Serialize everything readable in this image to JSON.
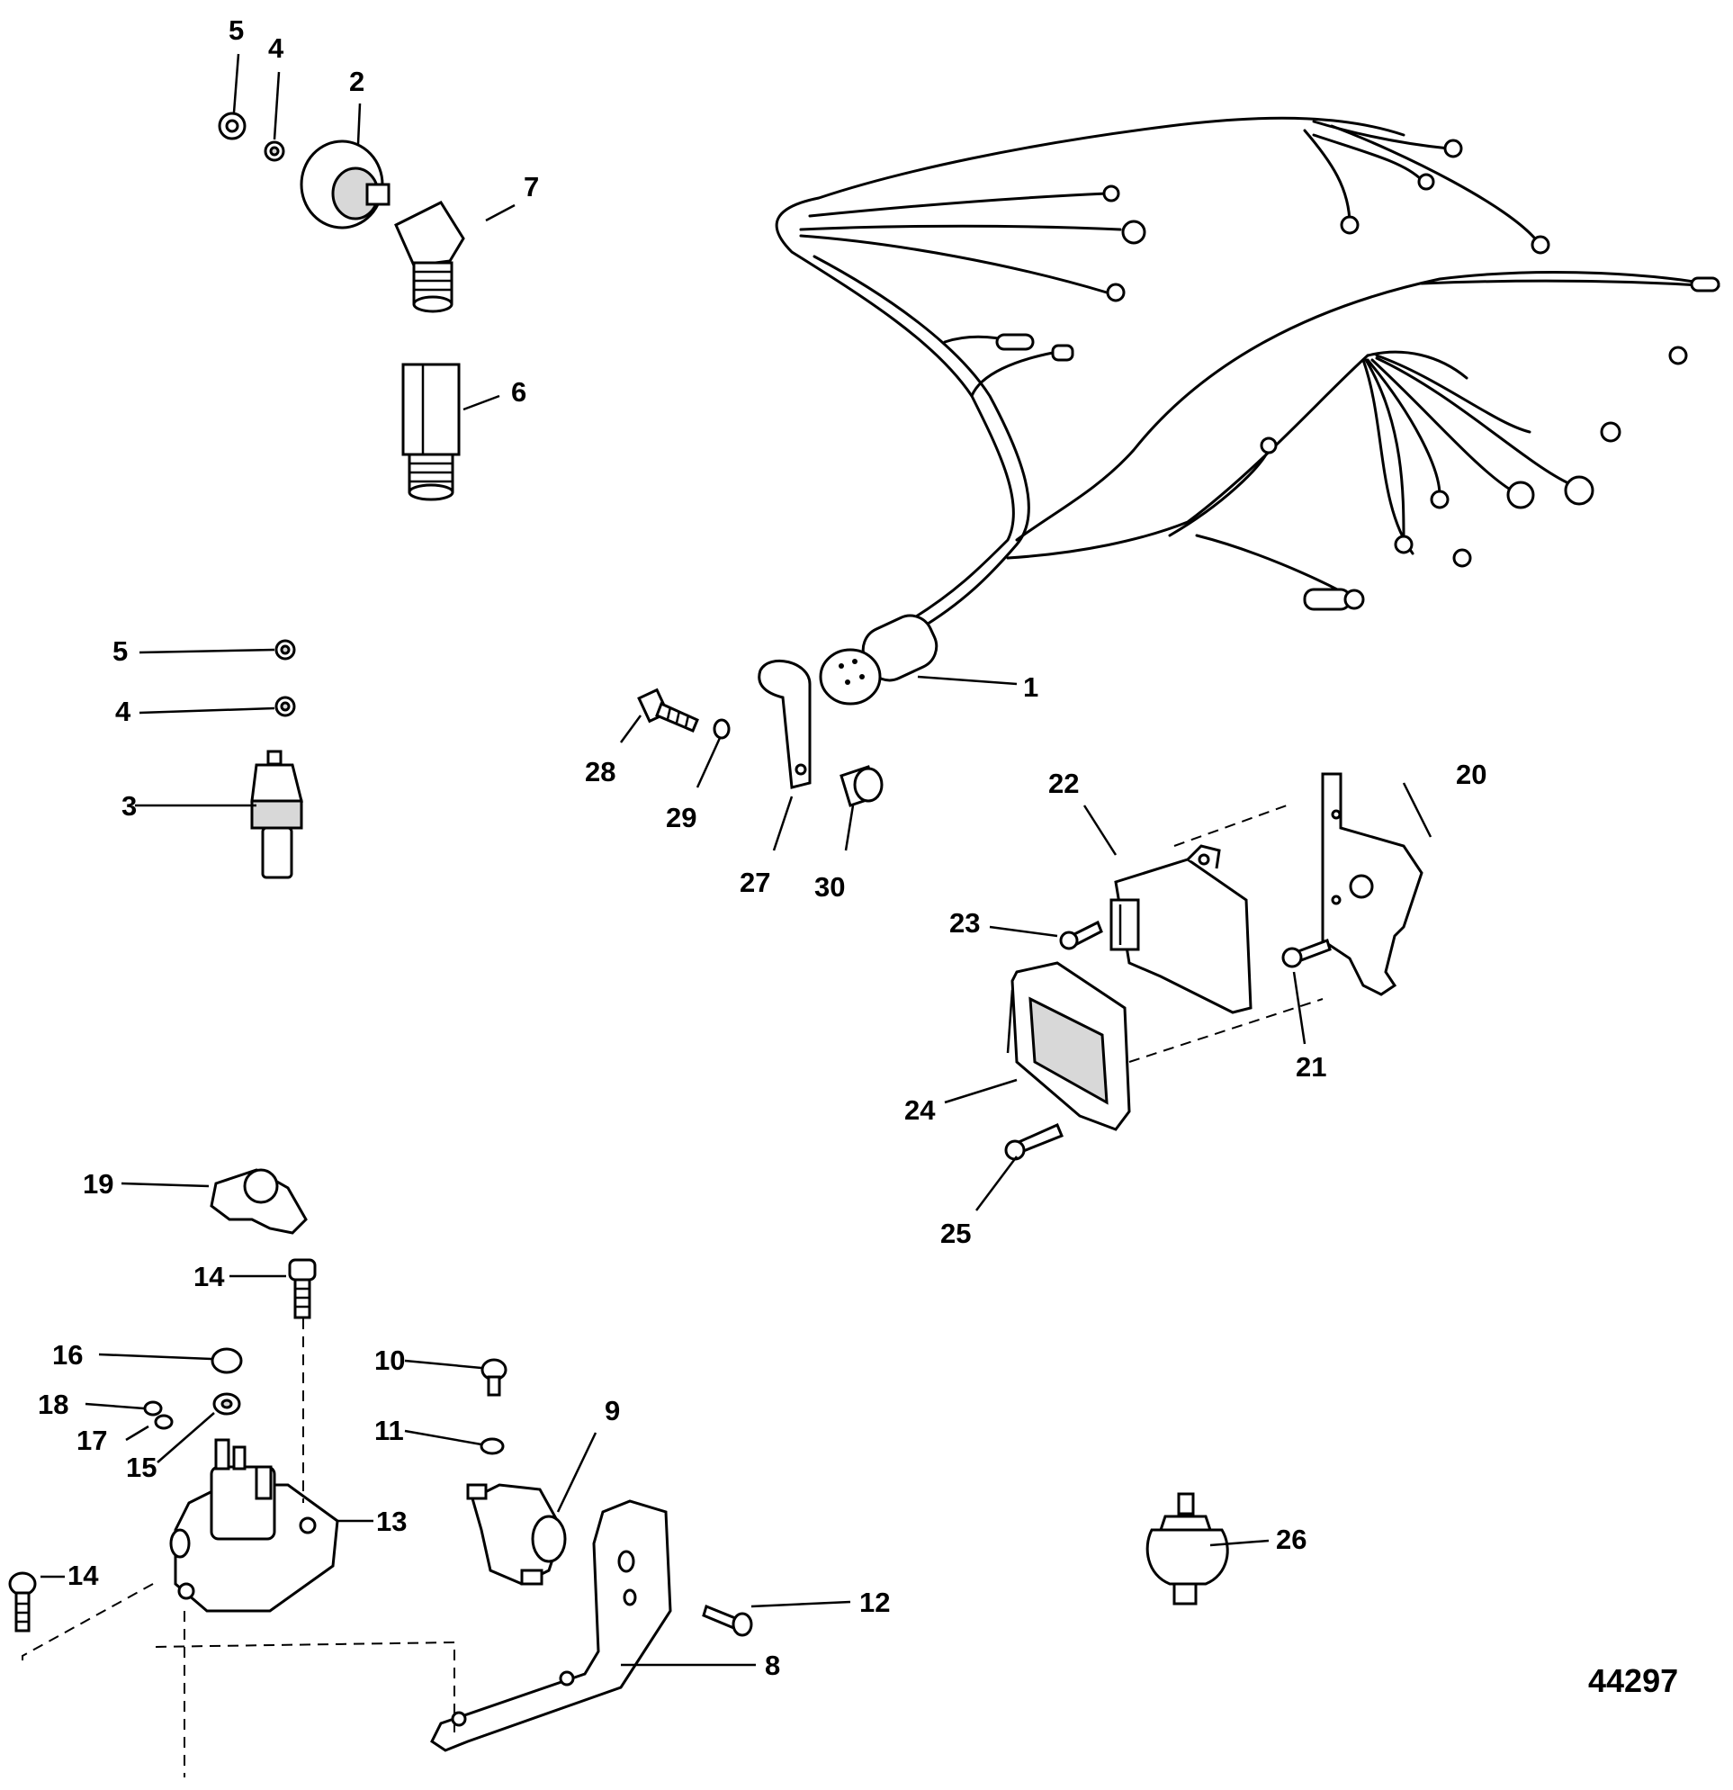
{
  "figure_number": "44297",
  "labels": {
    "n1": "1",
    "n2": "2",
    "n3": "3",
    "n4a": "4",
    "n4b": "4",
    "n5a": "5",
    "n5b": "5",
    "n6": "6",
    "n7": "7",
    "n8": "8",
    "n9": "9",
    "n10": "10",
    "n11": "11",
    "n12": "12",
    "n13": "13",
    "n14a": "14",
    "n14b": "14",
    "n15": "15",
    "n16": "16",
    "n17": "17",
    "n18": "18",
    "n19": "19",
    "n20": "20",
    "n21": "21",
    "n22": "22",
    "n23": "23",
    "n24": "24",
    "n25": "25",
    "n26": "26",
    "n27": "27",
    "n28": "28",
    "n29": "29",
    "n30": "30"
  }
}
